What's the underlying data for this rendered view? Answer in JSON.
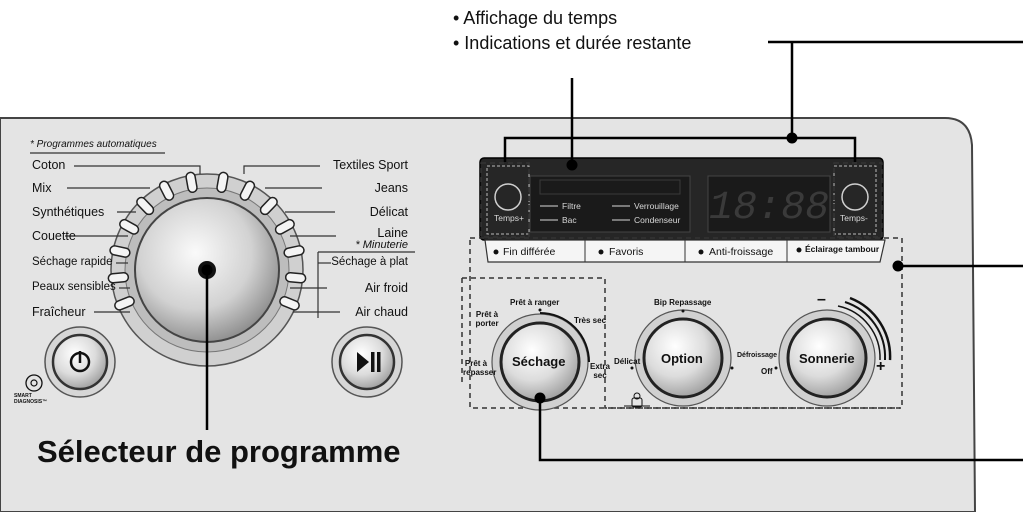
{
  "callouts": {
    "time_display": "• Affichage du temps",
    "indications": "• Indications et durée restante",
    "selector": "Sélecteur de programme"
  },
  "programs": {
    "header": "Programmes automatiques",
    "left": [
      "Coton",
      "Mix",
      "Synthétiques",
      "Couette",
      "Séchage rapide",
      "Peaux sensibles",
      "Fraîcheur"
    ],
    "right_top": [
      "Textiles Sport",
      "Jeans",
      "Délicat",
      "Laine"
    ],
    "timer_header": "Minuterie",
    "right_bottom": [
      "Séchage à plat",
      "Air froid",
      "Air chaud"
    ]
  },
  "display": {
    "temps_plus": "Temps+",
    "temps_minus": "Temps-",
    "filtre": "Filtre",
    "bac": "Bac",
    "verrouillage": "Verrouillage",
    "condenseur": "Condenseur",
    "digits": "18:88"
  },
  "tabs": [
    "Fin différée",
    "Favoris",
    "Anti-froissage",
    "Éclairage tambour"
  ],
  "knobs": {
    "sechage": {
      "label": "Séchage",
      "opt_top": "Prêt à ranger",
      "opt_upper_left": "Prêt à porter",
      "opt_right": "Très sec",
      "opt_lower_left": "Prêt à repasser",
      "opt_lower_right": "Extra sec"
    },
    "option": {
      "label": "Option",
      "opt_top": "Bip Repassage",
      "opt_left": "Délicat",
      "opt_right": "Défroissage"
    },
    "sonnerie": {
      "label": "Sonnerie",
      "opt_off": "Off",
      "opt_minus": "–",
      "opt_plus": "+"
    }
  },
  "smart_diagnosis": "SMART DIAGNOSIS™",
  "colors": {
    "panel": "#e4e4e4",
    "display_bg": "#262626",
    "lcd_segment": "#3a3a3a"
  }
}
